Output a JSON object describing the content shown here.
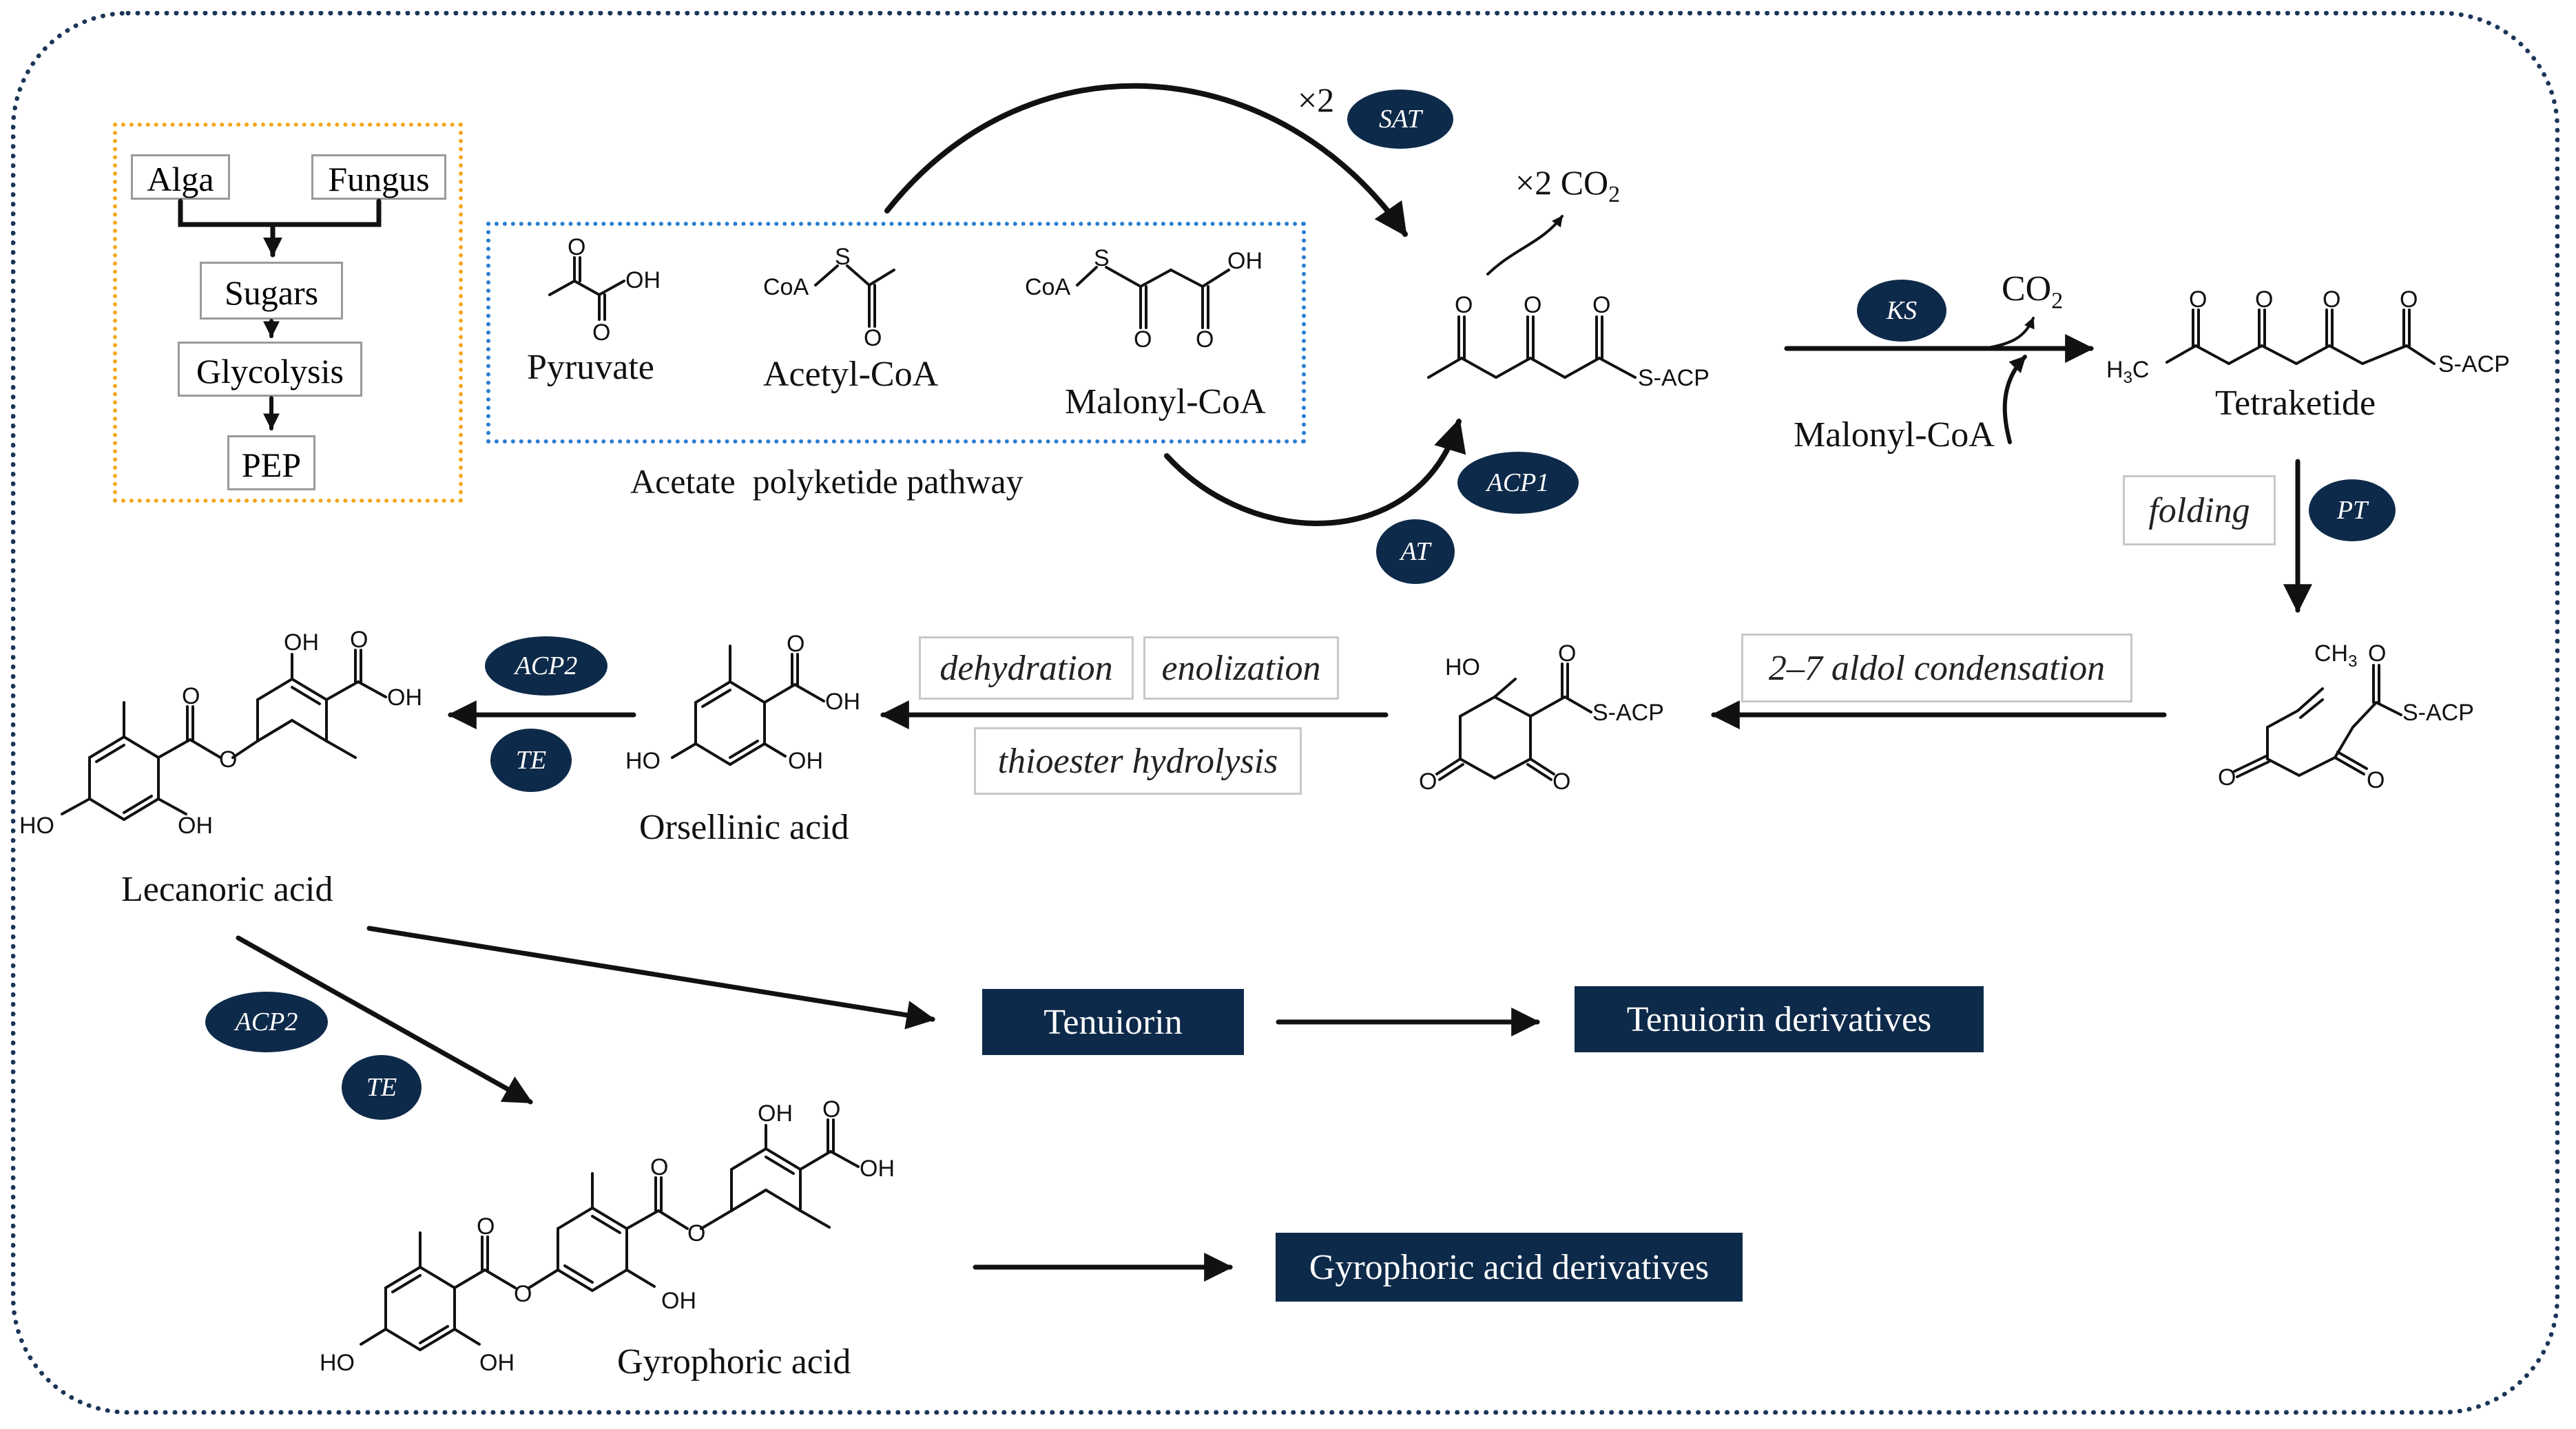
{
  "sources": {
    "alga": "Alga",
    "fungus": "Fungus"
  },
  "glycolysis_chain": {
    "sugars": "Sugars",
    "glycolysis": "Glycolysis",
    "pep": "PEP"
  },
  "precursors": {
    "pyruvate": "Pyruvate",
    "acetyl_coa": "Acetyl-CoA",
    "malonyl_coa": "Malonyl-CoA",
    "pathway_label": "Acetate  polyketide pathway"
  },
  "enzymes": {
    "sat": "SAT",
    "acp1": "ACP1",
    "at": "AT",
    "ks": "KS",
    "pt": "PT",
    "acp2_a": "ACP2",
    "te_a": "TE",
    "acp2_b": "ACP2",
    "te_b": "TE"
  },
  "annotations": {
    "times2": "×2",
    "times2_co2": "×2 CO",
    "co2": "CO",
    "subscript_2": "2",
    "malonyl_coa_feed": "Malonyl-CoA",
    "tetraketide": "Tetraketide"
  },
  "steps": {
    "folding": "folding",
    "aldol": "2–7 aldol condensation",
    "dehydration": "dehydration",
    "enolization": "enolization",
    "thioester_hydrolysis": "thioester hydrolysis"
  },
  "compounds": {
    "orsellinic_acid": "Orsellinic acid",
    "lecanoric_acid": "Lecanoric acid",
    "gyrophoric_acid": "Gyrophoric acid"
  },
  "products": {
    "tenuiorin": "Tenuiorin",
    "tenuiorin_derivatives": "Tenuiorin derivatives",
    "gyrophoric_derivatives": "Gyrophoric acid derivatives"
  },
  "atom_labels": {
    "oh": "OH",
    "ho": "HO",
    "o": "O",
    "s": "S",
    "coa": "CoA",
    "s_acp": "S-ACP",
    "h3c": "H",
    "h3c_c": "C",
    "ch3": "CH",
    "three": "3"
  },
  "colors": {
    "navy": "#0e2a4a",
    "frame": "#1b3558",
    "orange_dash": "#f2a81d",
    "blue_dash": "#2a7fcf"
  }
}
